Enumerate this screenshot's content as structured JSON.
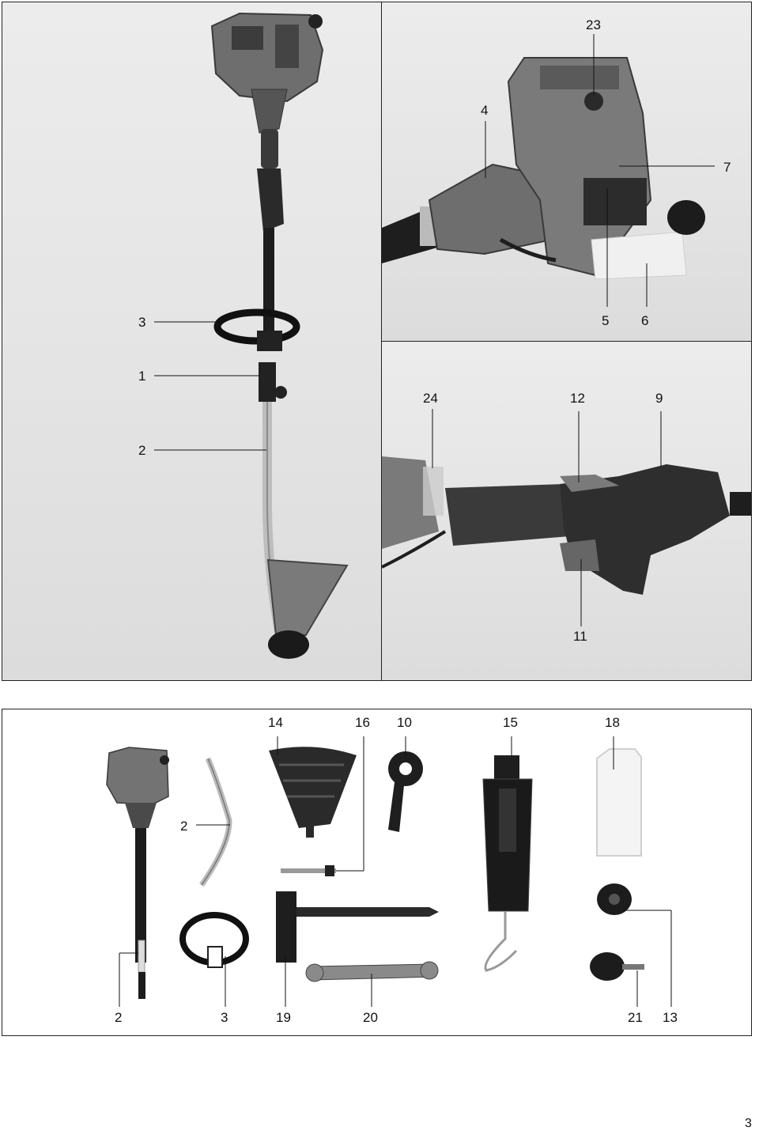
{
  "page_number": "3",
  "figure1": {
    "tag": "1",
    "left_panel": {
      "callouts": {
        "c3": "3",
        "c1": "1",
        "c2": "2"
      }
    },
    "top_right_panel": {
      "callouts": {
        "c23": "23",
        "c4": "4",
        "c7": "7",
        "c5": "5",
        "c6": "6"
      }
    },
    "bottom_right_panel": {
      "callouts": {
        "c24": "24",
        "c12": "12",
        "c9": "9",
        "c11": "11"
      }
    }
  },
  "figure2": {
    "tag": "2",
    "callouts": {
      "c14": "14",
      "c16": "16",
      "c10": "10",
      "c15": "15",
      "c18": "18",
      "c2a": "2",
      "c2b": "2",
      "c3": "3",
      "c19": "19",
      "c20": "20",
      "c21": "21",
      "c13": "13"
    }
  },
  "colors": {
    "ink": "#111111",
    "engine": "#707070",
    "dark": "#1e1e1e",
    "light_part": "#f4f4f4"
  }
}
